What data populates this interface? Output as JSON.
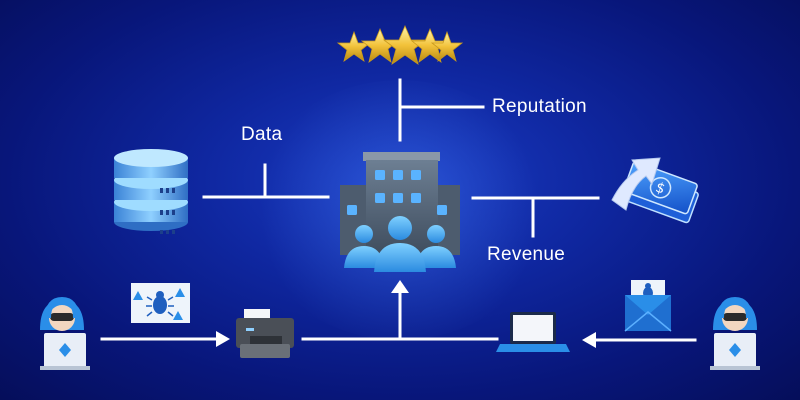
{
  "labels": {
    "data": "Data",
    "reputation": "Reputation",
    "revenue": "Revenue"
  },
  "icons": {
    "top": "five-stars-icon",
    "center": "company-building-with-people-icon",
    "left": "database-server-icon",
    "right": "money-with-up-arrow-icon",
    "bottom_left_person": "hacker-with-laptop-icon",
    "bottom_right_person": "hacker-with-laptop-icon",
    "printer": "printer-icon",
    "laptop": "laptop-icon",
    "malware_card": "malware-bug-warning-icon",
    "email": "malware-email-envelope-icon"
  },
  "colors": {
    "background": "#0f27a0",
    "line": "#ffffff",
    "accent_blue": "#4aa8f0",
    "star": "#f2c23a"
  }
}
